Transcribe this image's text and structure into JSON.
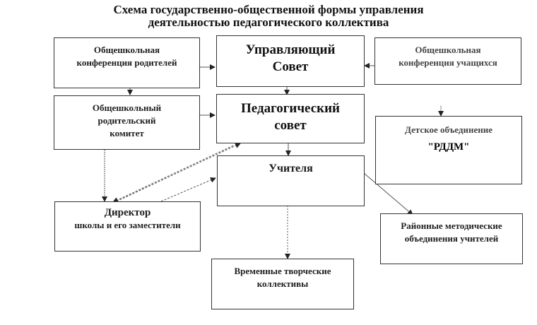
{
  "title": {
    "line1": "Схема государственно-общественной формы управления",
    "line2": "деятельностью педагогического коллектива"
  },
  "nodes": {
    "parents_conference": {
      "lines": [
        "Общешкольная",
        "конференция родителей"
      ]
    },
    "governing_council": {
      "lines": [
        "Управляющий",
        "Совет"
      ]
    },
    "students_conference": {
      "lines": [
        "Общешкольная",
        "конференция учащихся"
      ]
    },
    "parents_committee": {
      "lines": [
        "Общешкольный",
        "родительский",
        "комитет"
      ]
    },
    "pedagogical_council": {
      "lines": [
        "Педагогический",
        "совет"
      ]
    },
    "children_association": {
      "lines": [
        "Детское объединение",
        "\"РДДМ\""
      ]
    },
    "teachers": {
      "lines": [
        "Учителя"
      ]
    },
    "director": {
      "lines": [
        "Директор",
        "школы и его заместители"
      ]
    },
    "district_methodical": {
      "lines": [
        "Районные методические",
        "объединения учителей"
      ]
    },
    "creative_teams": {
      "lines": [
        "Временные творческие",
        "коллективы"
      ]
    }
  },
  "edges": [
    {
      "from": "parents_conference",
      "to": "governing_council"
    },
    {
      "from": "students_conference",
      "to": "governing_council"
    },
    {
      "from": "parents_conference",
      "to": "parents_committee"
    },
    {
      "from": "governing_council",
      "to": "pedagogical_council"
    },
    {
      "from": "parents_committee",
      "to": "pedagogical_council"
    },
    {
      "from": "pedagogical_council",
      "to": "teachers"
    },
    {
      "from": "parents_committee",
      "to": "director"
    },
    {
      "from": "pedagogical_council",
      "to": "director",
      "bidirectional": true
    },
    {
      "from": "director",
      "to": "teachers"
    },
    {
      "from": "teachers",
      "to": "district_methodical"
    },
    {
      "from": "teachers",
      "to": "creative_teams"
    },
    {
      "from": "students_conference",
      "to": "children_association"
    }
  ]
}
